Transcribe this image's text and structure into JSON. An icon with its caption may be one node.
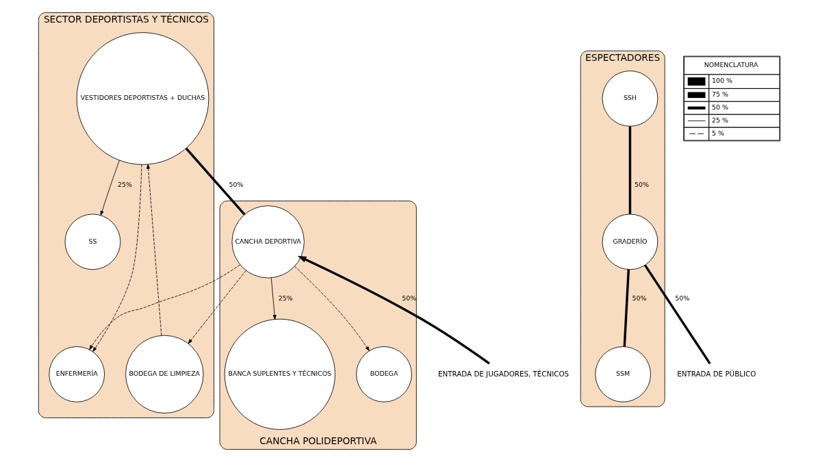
{
  "diagram": {
    "nodes": [
      {
        "text": [
          "SECTOR DEPORTISTAS Y TÉCNICOS"
        ]
      },
      {
        "text": [
          "ENFERMERÍA"
        ],
        "in": 0
      },
      {
        "text": [
          "SS"
        ],
        "in": 0
      },
      {
        "text": [
          "VESTIDORES DEPORTISTAS + DUCHAS"
        ],
        "in": 0
      },
      {
        "text": [
          "BODEGA DE LIMPIEZA"
        ],
        "in": 0
      },
      {
        "text": [
          "CANCHA POLIDEPORTIVA"
        ]
      },
      {
        "text": [
          "BANCA SUPLENTES Y TÉCNICOS"
        ],
        "in": 5
      },
      {
        "text": [
          "CANCHA DEPORTIVA"
        ],
        "in": 5
      },
      {
        "text": [
          "BODEGA"
        ],
        "in": 5
      },
      {
        "text": [
          "ESPECTADORES"
        ]
      },
      {
        "text": [
          "SSH"
        ],
        "in": 9
      },
      {
        "text": [
          "GRADERÍO"
        ],
        "in": 9
      },
      {
        "text": [
          "SSM"
        ],
        "in": 9
      },
      {
        "text": [
          "ENTRADA DE JUGADORES, TÉCNICOS"
        ]
      },
      {
        "text": [
          "ENTRADA DE PÚBLICO"
        ]
      }
    ],
    "edges": [
      {
        "from": 3,
        "to": 1,
        "arrow": "to",
        "style": "dashed"
      },
      {
        "from": 7,
        "to": 1,
        "arrow": "to",
        "style": "dashed"
      },
      {
        "from": 3,
        "to": 2,
        "arrow": "to",
        "label": "25%"
      },
      {
        "from": 3,
        "to": 7,
        "arrow": "none",
        "label": "50%",
        "style": "thick"
      },
      {
        "from": 4,
        "to": 3,
        "arrow": "to",
        "style": "dashed"
      },
      {
        "from": 7,
        "to": 4,
        "arrow": "to",
        "style": "dashed"
      },
      {
        "from": 7,
        "to": 6,
        "arrow": "to",
        "label": "25%"
      },
      {
        "from": 7,
        "to": 8,
        "arrow": "to",
        "style": "dashed"
      },
      {
        "from": 13,
        "to": 7,
        "arrow": "to",
        "label": "50%",
        "style": "thick"
      },
      {
        "from": 10,
        "to": 11,
        "arrow": "none",
        "label": "50%",
        "style": "thick"
      },
      {
        "from": 11,
        "to": 12,
        "arrow": "none",
        "label": "50%",
        "style": "thick"
      },
      {
        "from": 14,
        "to": 11,
        "arrow": "none",
        "label": "50%",
        "style": "thick"
      }
    ],
    "labels": [
      "NOMENCLATURA"
    ],
    "legend": [
      {
        "text": "100 %"
      },
      {
        "text": "75 %"
      },
      {
        "text": "50 %"
      },
      {
        "text": "25 %"
      },
      {
        "text": "5 %"
      }
    ]
  }
}
